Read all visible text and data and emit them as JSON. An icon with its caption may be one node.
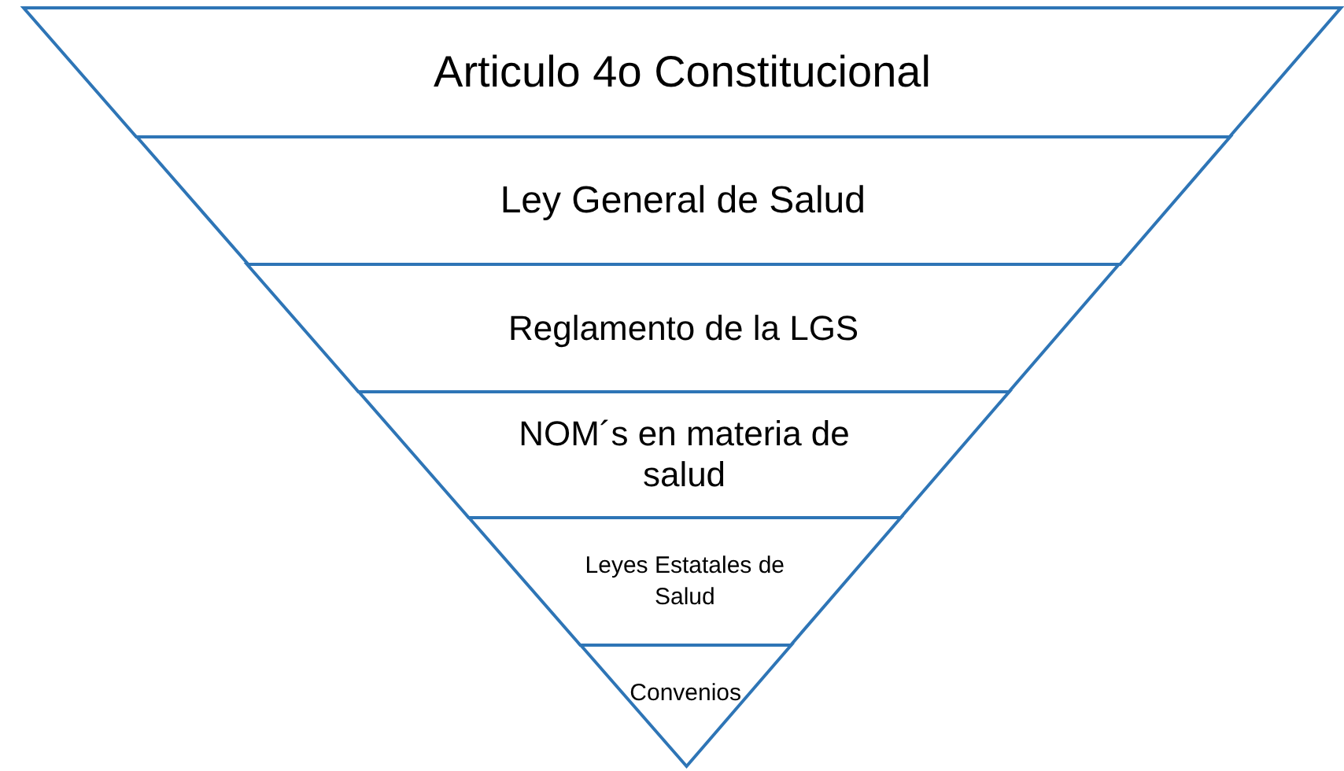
{
  "diagram": {
    "nodes": [
      {
        "text": [
          "Articulo 4o Constitucional"
        ]
      },
      {
        "text": [
          "Ley General de Salud"
        ]
      },
      {
        "text": [
          "Reglamento de la LGS"
        ]
      },
      {
        "text": [
          "NOM´s en materia de salud"
        ]
      },
      {
        "text": [
          "Leyes Estatales de Salud"
        ]
      },
      {
        "text": [
          "Convenios"
        ]
      }
    ]
  }
}
